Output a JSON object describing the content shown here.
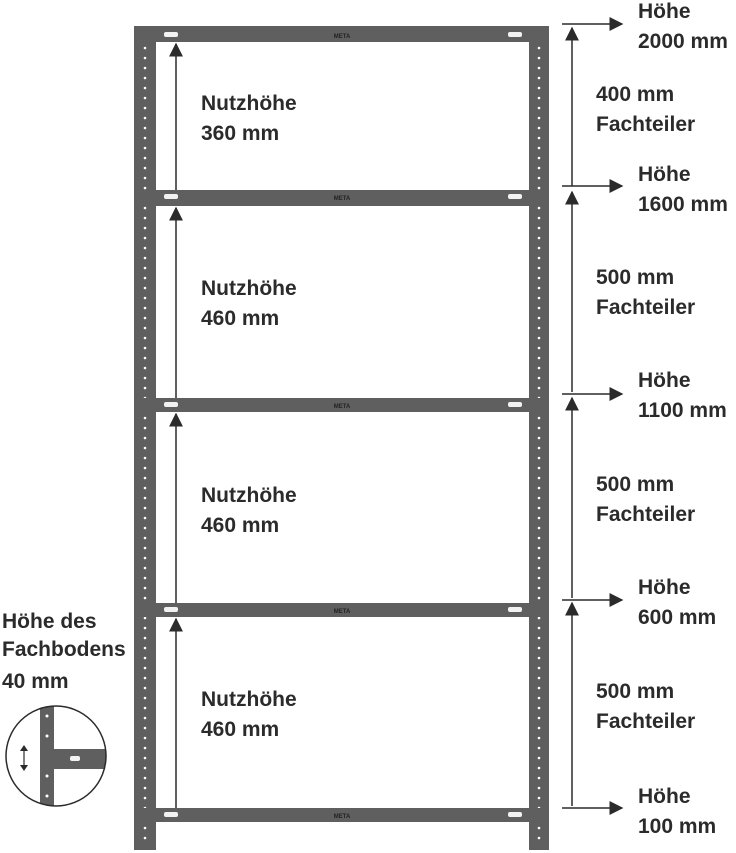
{
  "brand": "META",
  "shelves": [
    {
      "usable_label": "Nutzhöhe",
      "usable_value": "360 mm"
    },
    {
      "usable_label": "Nutzhöhe",
      "usable_value": "460 mm"
    },
    {
      "usable_label": "Nutzhöhe",
      "usable_value": "460 mm"
    },
    {
      "usable_label": "Nutzhöhe",
      "usable_value": "460 mm"
    }
  ],
  "heights": [
    {
      "label": "Höhe",
      "value": "2000 mm"
    },
    {
      "label": "Höhe",
      "value": "1600 mm"
    },
    {
      "label": "Höhe",
      "value": "1100 mm"
    },
    {
      "label": "Höhe",
      "value": "600 mm"
    },
    {
      "label": "Höhe",
      "value": "100 mm"
    }
  ],
  "pitches": [
    {
      "value": "400 mm",
      "label": "Fachteiler"
    },
    {
      "value": "500 mm",
      "label": "Fachteiler"
    },
    {
      "value": "500 mm",
      "label": "Fachteiler"
    },
    {
      "value": "500 mm",
      "label": "Fachteiler"
    }
  ],
  "detail": {
    "line1": "Höhe des",
    "line2": "Fachbodens",
    "line3": "40 mm"
  }
}
